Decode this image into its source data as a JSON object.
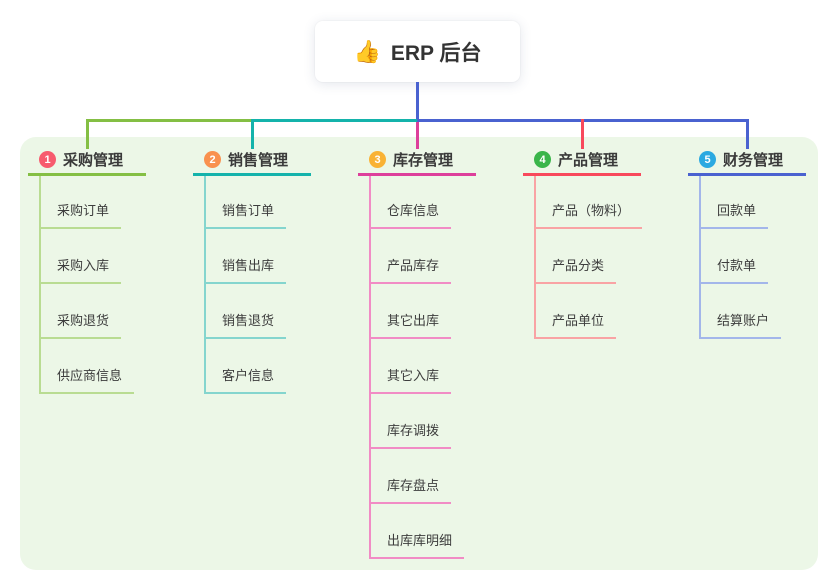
{
  "root": {
    "label": "ERP 后台",
    "icon": "thumbs-up",
    "icon_glyph": "👍"
  },
  "colors": {
    "trunk": "#4a62d0",
    "panel_background": "#ecf7e7"
  },
  "branches": [
    {
      "number": "1",
      "label": "采购管理",
      "badge_color": "#f75b6e",
      "line_color": "#84bf44",
      "child_line_color": "#b9dc92",
      "items": [
        "采购订单",
        "采购入库",
        "采购退货",
        "供应商信息"
      ]
    },
    {
      "number": "2",
      "label": "销售管理",
      "badge_color": "#f9914e",
      "line_color": "#14b3ab",
      "child_line_color": "#84d5ce",
      "items": [
        "销售订单",
        "销售出库",
        "销售退货",
        "客户信息"
      ]
    },
    {
      "number": "3",
      "label": "库存管理",
      "badge_color": "#f9b234",
      "line_color": "#dd3f9b",
      "child_line_color": "#f18cc5",
      "items": [
        "仓库信息",
        "产品库存",
        "其它出库",
        "其它入库",
        "库存调拨",
        "库存盘点",
        "出库库明细"
      ]
    },
    {
      "number": "4",
      "label": "产品管理",
      "badge_color": "#3ab54a",
      "line_color": "#f8495c",
      "child_line_color": "#f9a3a4",
      "items": [
        "产品（物料）",
        "产品分类",
        "产品单位"
      ]
    },
    {
      "number": "5",
      "label": "财务管理",
      "badge_color": "#2ba9e1",
      "line_color": "#4a62d0",
      "child_line_color": "#a3b6ea",
      "items": [
        "回款单",
        "付款单",
        "结算账户"
      ]
    }
  ]
}
